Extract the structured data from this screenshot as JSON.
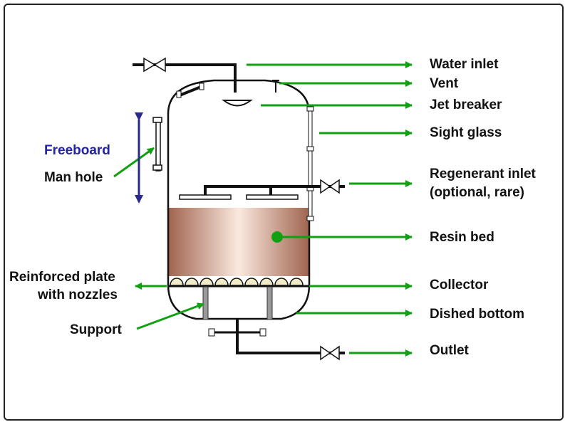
{
  "labels": {
    "water_inlet": "Water inlet",
    "vent": "Vent",
    "jet_breaker": "Jet breaker",
    "sight_glass": "Sight glass",
    "regenerant_inlet_line1": "Regenerant inlet",
    "regenerant_inlet_line2": "(optional, rare)",
    "resin_bed": "Resin bed",
    "collector": "Collector",
    "dished_bottom": "Dished bottom",
    "outlet": "Outlet",
    "freeboard": "Freeboard",
    "man_hole": "Man hole",
    "reinforced_plate_line1": "Reinforced plate",
    "reinforced_plate_line2": "with nozzles",
    "support": "Support"
  },
  "colors": {
    "arrow": "#11a011",
    "freeboard_arrow": "#2a2a8a",
    "resin_dark": "#a0644f",
    "resin_light": "#fbe9df",
    "nozzle_fill": "#f3ecc8",
    "outline": "#111111"
  }
}
